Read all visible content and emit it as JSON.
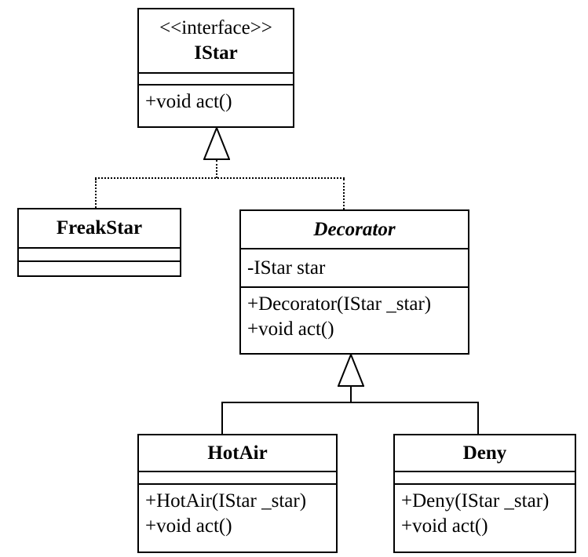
{
  "diagram": {
    "type": "uml-class-diagram",
    "pattern": "Decorator",
    "colors": {
      "line": "#000000",
      "background": "#ffffff",
      "box_fill": "#ffffff"
    },
    "classes": {
      "istar": {
        "stereotype": "<<interface>>",
        "name": "IStar",
        "attributes": [],
        "methods": [
          "+void act()"
        ]
      },
      "freakstar": {
        "name": "FreakStar",
        "attributes": [],
        "methods": []
      },
      "decorator": {
        "name": "Decorator",
        "abstract": true,
        "attributes": [
          "-IStar star"
        ],
        "methods": [
          "+Decorator(IStar _star)",
          "+void act()"
        ]
      },
      "hotair": {
        "name": "HotAir",
        "attributes": [],
        "methods": [
          "+HotAir(IStar _star)",
          "+void act()"
        ]
      },
      "deny": {
        "name": "Deny",
        "attributes": [],
        "methods": [
          "+Deny(IStar _star)",
          "+void act()"
        ]
      }
    },
    "relationships": [
      {
        "type": "realization",
        "from": "FreakStar",
        "to": "IStar",
        "line": "dotted",
        "arrowhead": "hollow-triangle"
      },
      {
        "type": "realization",
        "from": "Decorator",
        "to": "IStar",
        "line": "dotted",
        "arrowhead": "hollow-triangle"
      },
      {
        "type": "generalization",
        "from": "HotAir",
        "to": "Decorator",
        "line": "solid",
        "arrowhead": "hollow-triangle"
      },
      {
        "type": "generalization",
        "from": "Deny",
        "to": "Decorator",
        "line": "solid",
        "arrowhead": "hollow-triangle"
      }
    ]
  }
}
